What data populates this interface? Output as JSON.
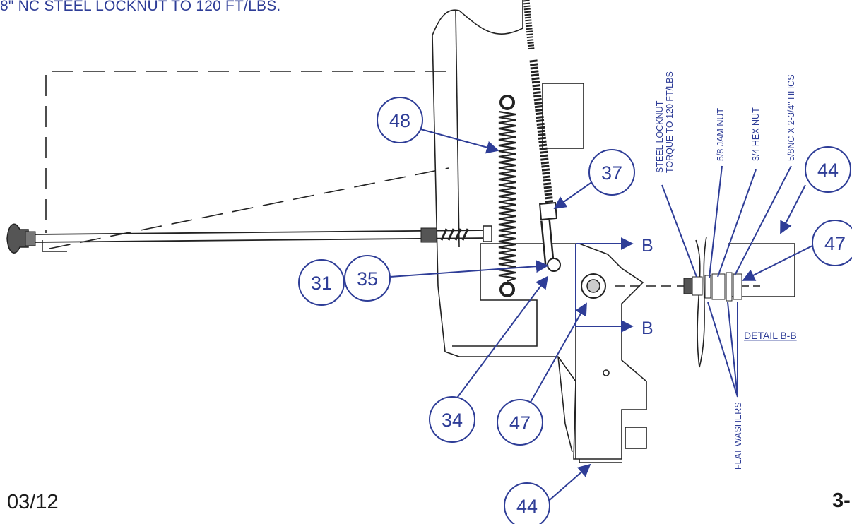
{
  "top_note": "8\" NC STEEL LOCKNUT TO 120 FT/LBS.",
  "footer": {
    "date": "03/12",
    "page": "3-"
  },
  "callouts": {
    "c48": "48",
    "c37": "37",
    "c31": "31",
    "c35": "35",
    "c34": "34",
    "c47a": "47",
    "c44a": "44",
    "c44b": "44",
    "c47b": "47"
  },
  "section_marks": {
    "upper": "B",
    "lower": "B"
  },
  "detail_title": "DETAIL B-B",
  "vertical_labels": {
    "locknut_line1": "STEEL LOCKNUT",
    "locknut_line2": "TORQUE TO 120 FT/LBS",
    "jam_nut": "5/8 JAM NUT",
    "hex_nut": "3/4 HEX NUT",
    "hhcs": "5/8NC X 2-3/4\" HHCS",
    "washers": "FLAT WASHERS"
  },
  "colors": {
    "accent": "#2e3d97",
    "line": "#222222"
  }
}
